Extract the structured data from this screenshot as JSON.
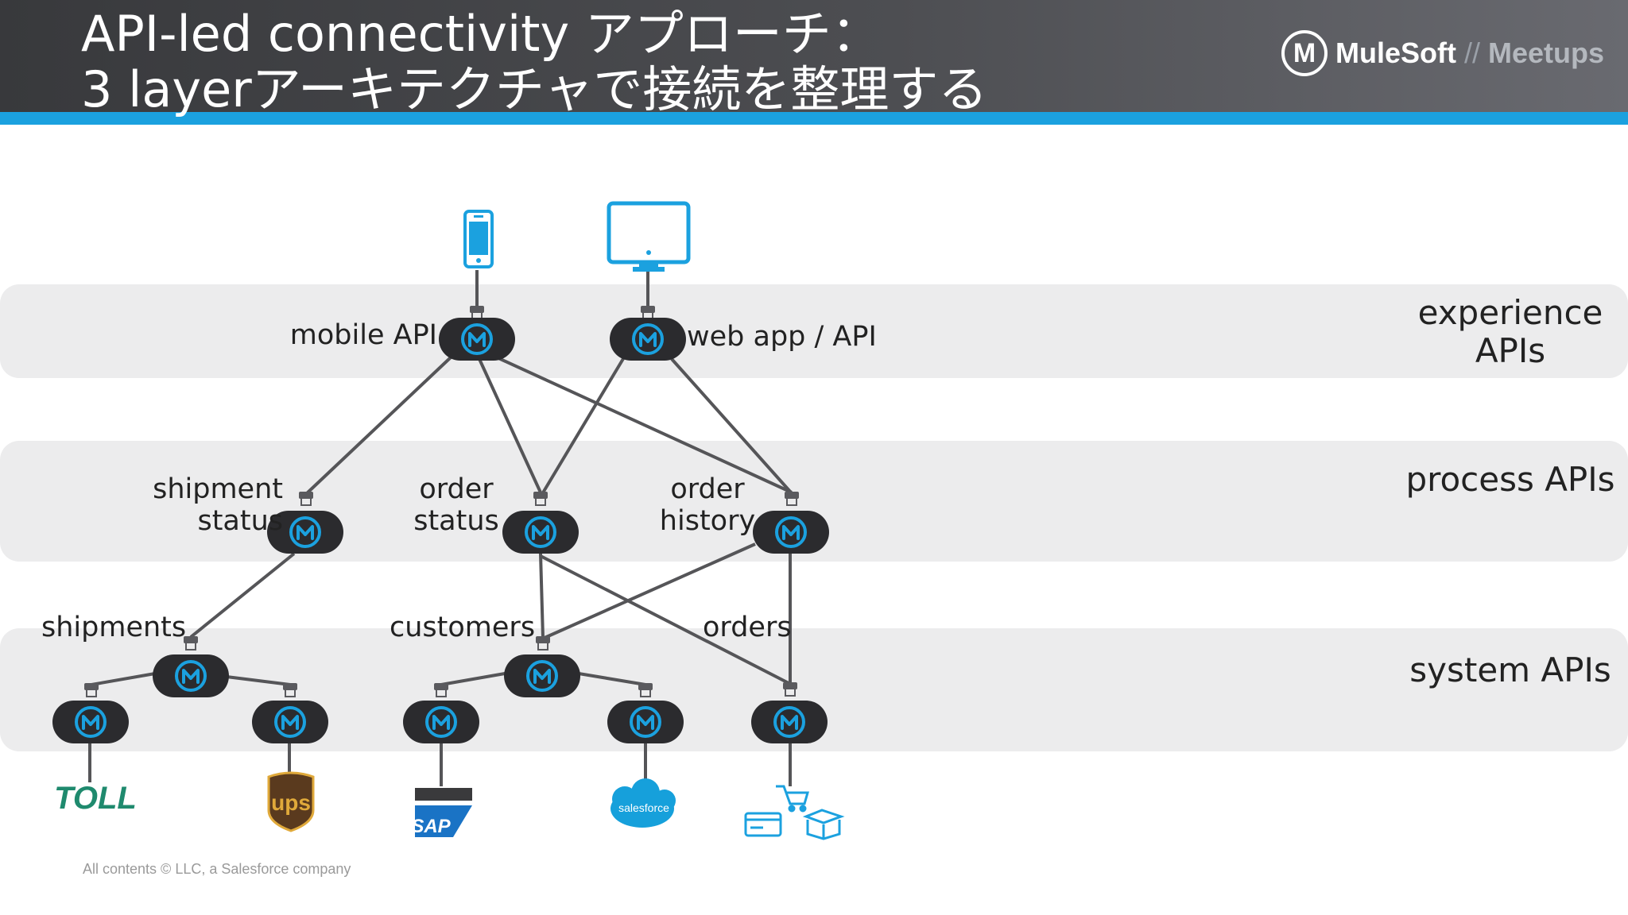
{
  "header": {
    "title_line1": "API-led connectivity アプローチ：",
    "title_line2": "3 layerアーキテクチャで接続を整理する",
    "brand": {
      "mark": "M",
      "name": "MuleSoft",
      "separator": "//",
      "sub": "Meetups"
    }
  },
  "layers": {
    "experience": "experience APIs",
    "process": "process APIs",
    "system": "system APIs"
  },
  "nodes": {
    "mobile_api": "mobile API",
    "web_app_api": "web app / API",
    "shipment_status": "shipment status",
    "order_status": "order status",
    "order_history": "order history",
    "shipments": "shipments",
    "customers": "customers",
    "orders": "orders"
  },
  "logos": {
    "toll": "TOLL",
    "ups": "ups",
    "sap": "SAP",
    "salesforce": "salesforce"
  },
  "footer": {
    "copyright": "All contents © LLC, a Salesforce company"
  },
  "colors": {
    "header_stripe": "#1ba1df",
    "node_body": "#2b2b2e",
    "node_accent": "#1ba1df",
    "band": "#ececed",
    "toll_green": "#1f8a6e",
    "ups_brown": "#5a3a1e",
    "ups_gold": "#e0a93a",
    "sap_blue": "#1a73c5",
    "salesforce_blue": "#16a0db"
  }
}
